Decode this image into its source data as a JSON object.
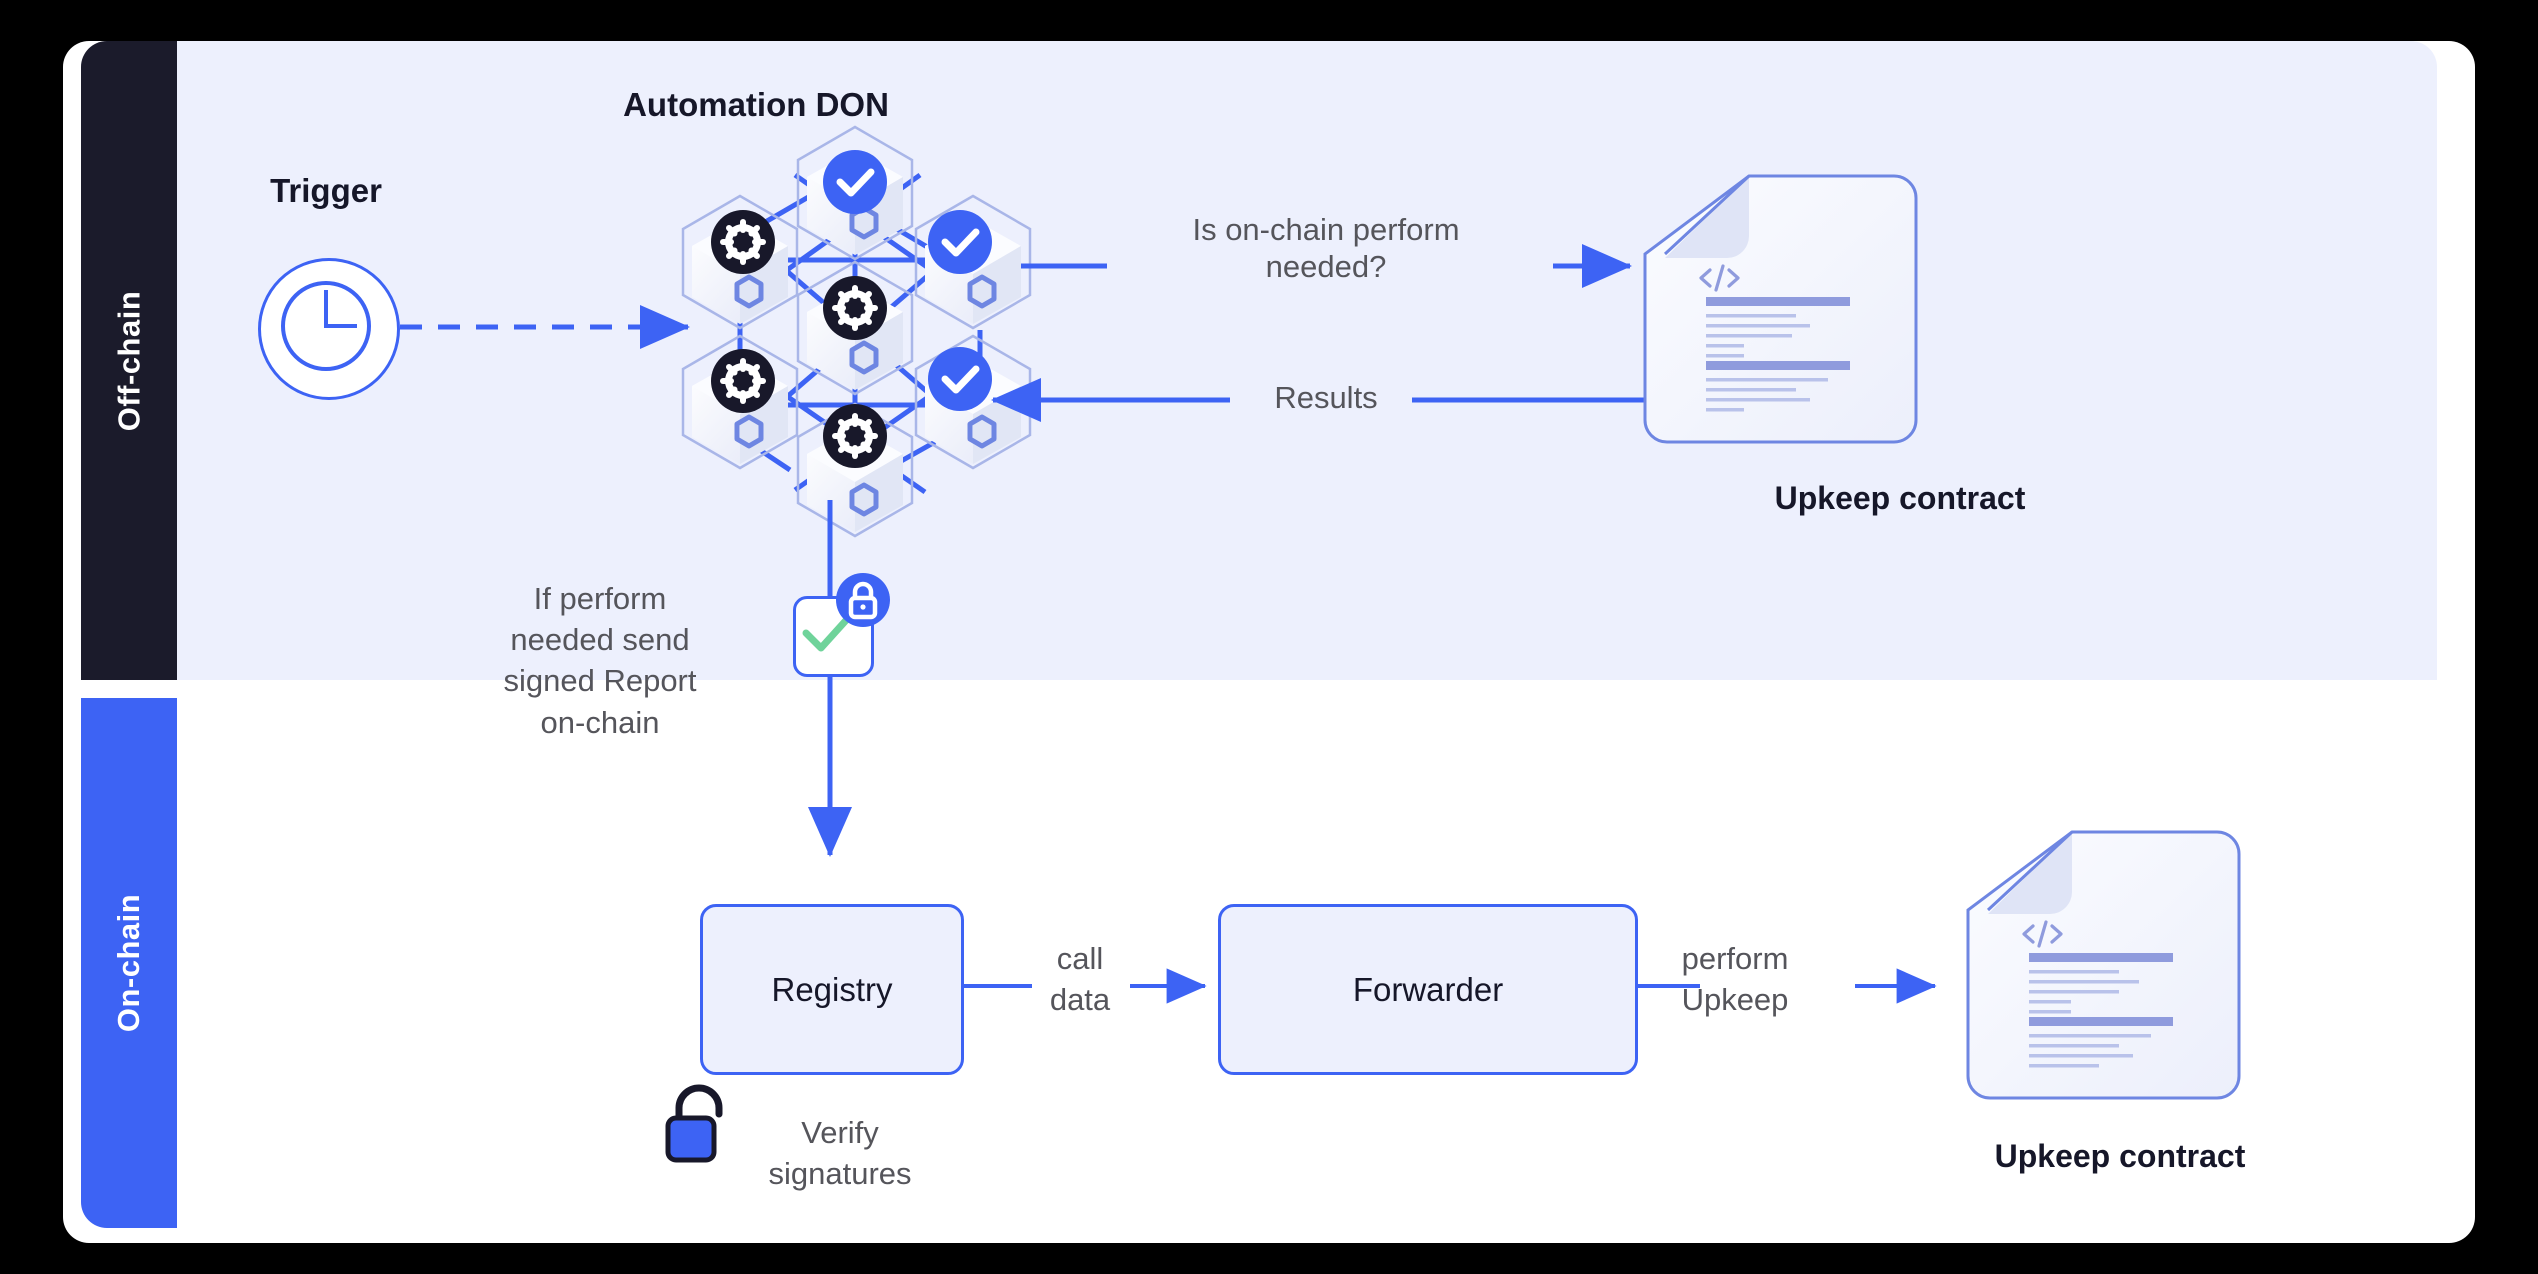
{
  "diagram": {
    "title": "Chainlink Automation flow",
    "colors": {
      "accent_blue": "#3d63f4",
      "panel_lavender": "#edf0fd",
      "dark_navy": "#1b1b2b",
      "text_grey": "#55555b",
      "check_green": "#6fd39a",
      "doc_line": "#8f9bdd"
    },
    "bands": [
      {
        "id": "off-chain",
        "label": "Off-chain",
        "bg": "#edf0fd",
        "bar": "#1b1b2b"
      },
      {
        "id": "on-chain",
        "label": "On-chain",
        "bg": "#ffffff",
        "bar": "#3d63f4"
      }
    ],
    "offchain": {
      "don_title": "Automation DON",
      "trigger_label": "Trigger",
      "trigger_icon": "clock-icon",
      "question_label": "Is on-chain perform\nneeded?",
      "results_label": "Results",
      "upkeep_contract_label": "Upkeep contract",
      "sign_note": "If perform\nneeded send\nsigned Report\non-chain",
      "sign_icon": "check-icon",
      "lock_badge_icon": "lock-closed-icon",
      "don_nodes": [
        {
          "id": "node-top",
          "badge": "check-badge"
        },
        {
          "id": "node-upper-left",
          "badge": "gear-badge"
        },
        {
          "id": "node-upper-right",
          "badge": "check-badge"
        },
        {
          "id": "node-center",
          "badge": "gear-badge"
        },
        {
          "id": "node-lower-left",
          "badge": "gear-badge"
        },
        {
          "id": "node-lower-right",
          "badge": "check-badge"
        },
        {
          "id": "node-bottom",
          "badge": "gear-badge"
        }
      ]
    },
    "onchain": {
      "registry_label": "Registry",
      "forwarder_label": "Forwarder",
      "call_data_label": "call\ndata",
      "perform_upkeep_label": "perform\nUpkeep",
      "verify_label": "Verify\nsignatures",
      "verify_icon": "lock-open-icon",
      "upkeep_contract_label": "Upkeep contract"
    }
  }
}
